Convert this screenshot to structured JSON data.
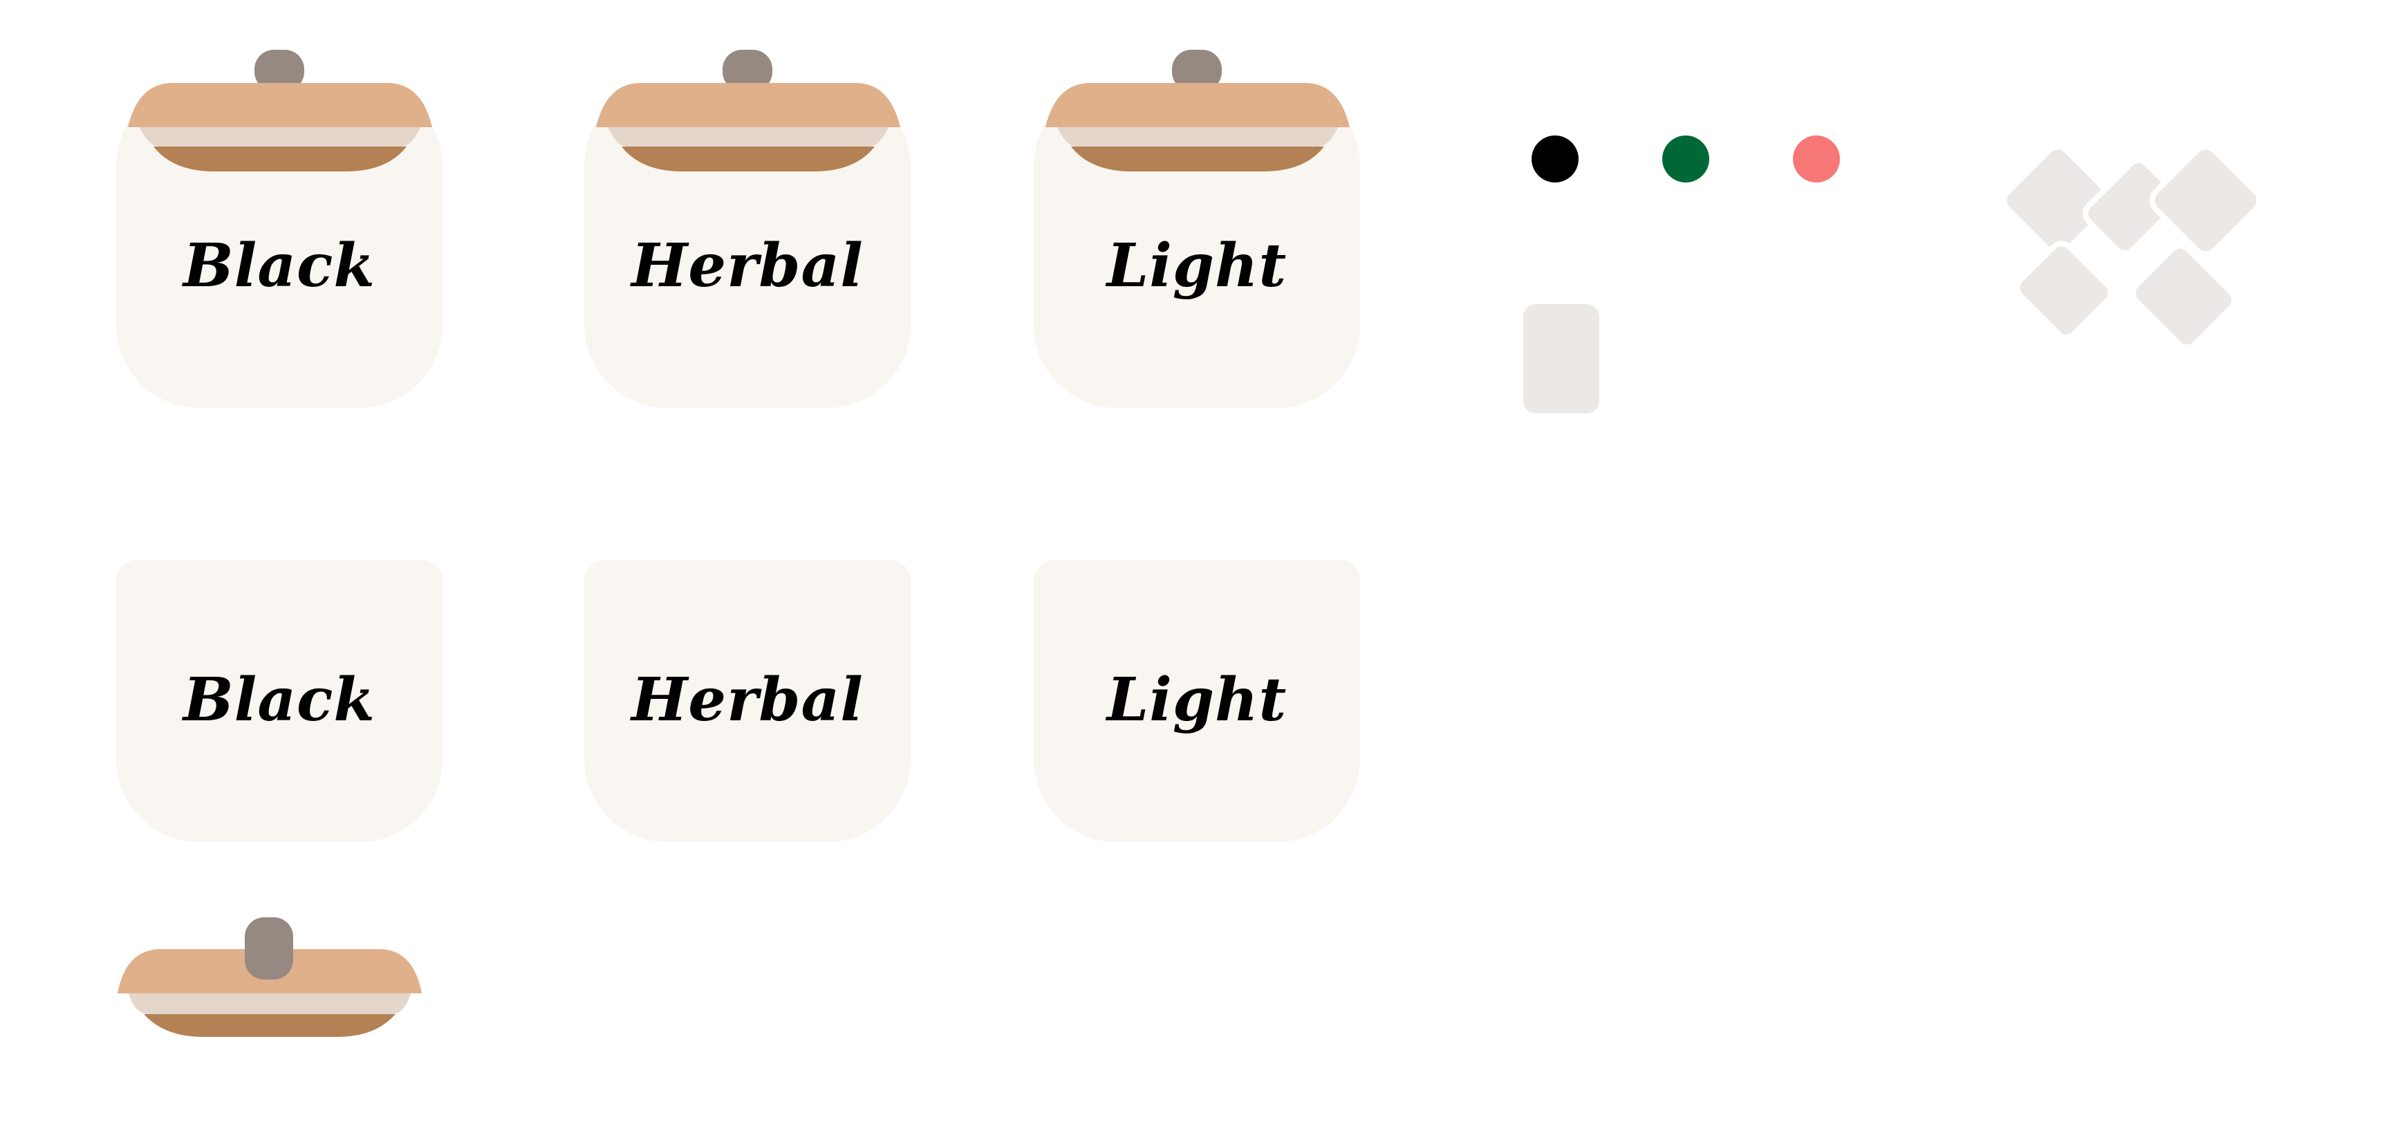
{
  "colors": {
    "jar_body": "#f9f5f0",
    "lid_top": "#e0b08a",
    "lid_band": "#e5d6cb",
    "lid_bottom": "#b38154",
    "knob": "#968981",
    "ink": "#000000",
    "stone": "#ebe8e5",
    "swatch_black": "#000000",
    "swatch_green": "#006837",
    "swatch_coral": "#f77777"
  },
  "jars_with_lid": [
    {
      "label": "Black"
    },
    {
      "label": "Herbal"
    },
    {
      "label": "Light"
    }
  ],
  "jars_without_lid": [
    {
      "label": "Black"
    },
    {
      "label": "Herbal"
    },
    {
      "label": "Light"
    }
  ],
  "swatches": [
    {
      "name": "black",
      "color": "#000000"
    },
    {
      "name": "green",
      "color": "#006837"
    },
    {
      "name": "coral",
      "color": "#f77777"
    }
  ]
}
